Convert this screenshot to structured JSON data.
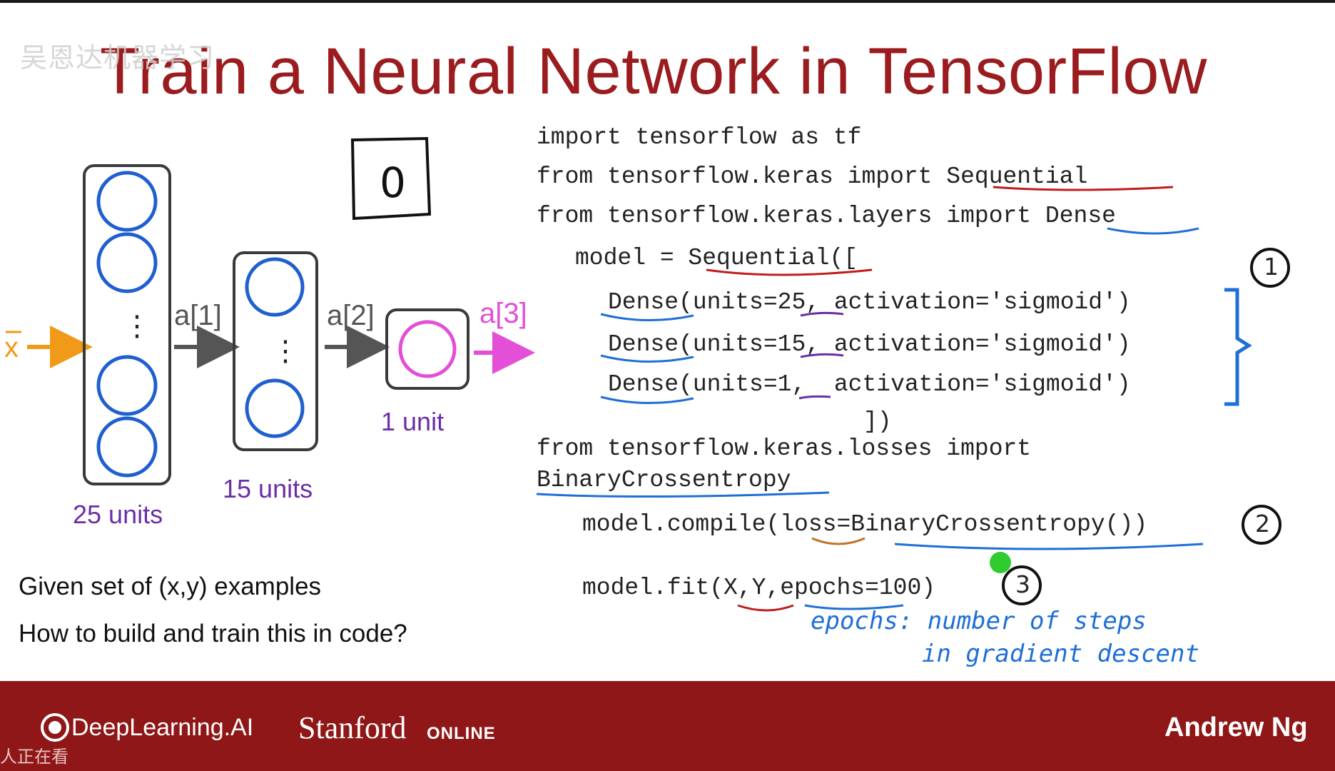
{
  "watermark": "吴恩达机器学习",
  "title": "Train a Neural Network in TensorFlow",
  "diagram": {
    "input_label": "x",
    "activations": [
      "a[1]",
      "a[2]",
      "a[3]"
    ],
    "layer1_label": "25 units",
    "layer2_label": "15 units",
    "layer3_label": "1 unit",
    "drawn_digit": "0"
  },
  "code": {
    "line1": "import tensorflow as tf",
    "line2": "from tensorflow.keras import Sequential",
    "line3": "from tensorflow.keras.layers import Dense",
    "line4": "model = Sequential([",
    "line5": "Dense(units=25, activation='sigmoid')",
    "line6": "Dense(units=15, activation='sigmoid')",
    "line7": "Dense(units=1,  activation='sigmoid')",
    "line8": "])",
    "line9": "from tensorflow.keras.losses import",
    "line10": "BinaryCrossentropy",
    "line11": "model.compile(loss=BinaryCrossentropy())",
    "line12": "model.fit(X,Y,epochs=100)"
  },
  "step_marks": [
    "1",
    "2",
    "3"
  ],
  "annotation": {
    "line1": "epochs: number of steps",
    "line2": "in gradient descent"
  },
  "question": {
    "line1": "Given set of (x,y) examples",
    "line2": "How to build and train this in code?"
  },
  "footer": {
    "deeplearning": "DeepLearning.AI",
    "stanford": "Stanford",
    "online": "ONLINE",
    "instructor": "Andrew Ng",
    "viewer_note": "人正在看"
  },
  "colors": {
    "title": "#9b1c1f",
    "footer_bg": "#8f1717",
    "neuron_blue": "#1f5fcf",
    "output_magenta": "#e34fd6",
    "input_orange": "#f19a1a",
    "label_purple": "#6a2ea6",
    "underline_red": "#c21b1b",
    "underline_blue": "#1f6fd6"
  }
}
